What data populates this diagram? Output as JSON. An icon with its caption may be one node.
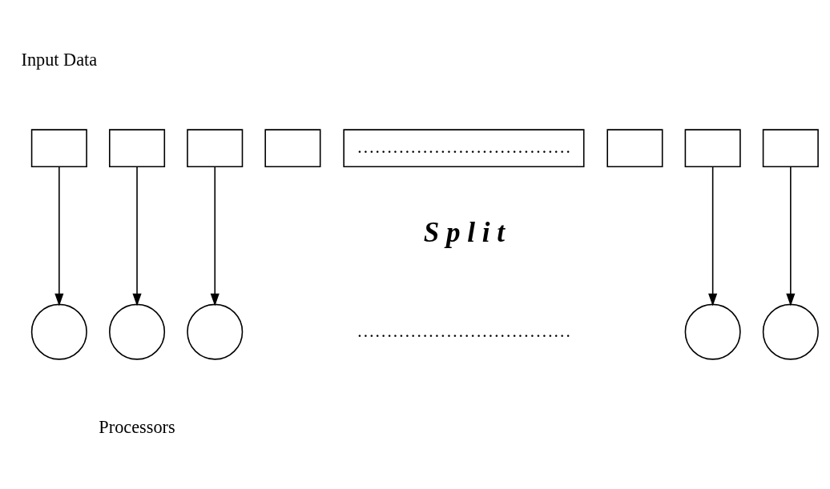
{
  "diagram": {
    "nodes": [
      {
        "text": [],
        "shape": "box"
      },
      {
        "text": [],
        "shape": "box"
      },
      {
        "text": [],
        "shape": "box"
      },
      {
        "text": [],
        "shape": "box"
      },
      {
        "text": [
          "………………………………"
        ]
      },
      {
        "text": [],
        "shape": "box"
      },
      {
        "text": [],
        "shape": "box"
      },
      {
        "text": [],
        "shape": "box"
      },
      {
        "text": [],
        "shape": "circle"
      },
      {
        "text": [],
        "shape": "circle"
      },
      {
        "text": [],
        "shape": "circle"
      },
      {
        "text": [],
        "shape": "circle"
      },
      {
        "text": [],
        "shape": "circle"
      }
    ],
    "edges": [
      {
        "from": 0,
        "to": 8,
        "arrow": "to"
      },
      {
        "from": 1,
        "to": 9,
        "arrow": "to"
      },
      {
        "from": 2,
        "to": 10,
        "arrow": "to"
      },
      {
        "from": 6,
        "to": 11,
        "arrow": "to"
      },
      {
        "from": 7,
        "to": 12,
        "arrow": "to"
      }
    ],
    "labels": [
      "Input Data",
      "S p l i t",
      "………………………………",
      "Processors"
    ]
  }
}
